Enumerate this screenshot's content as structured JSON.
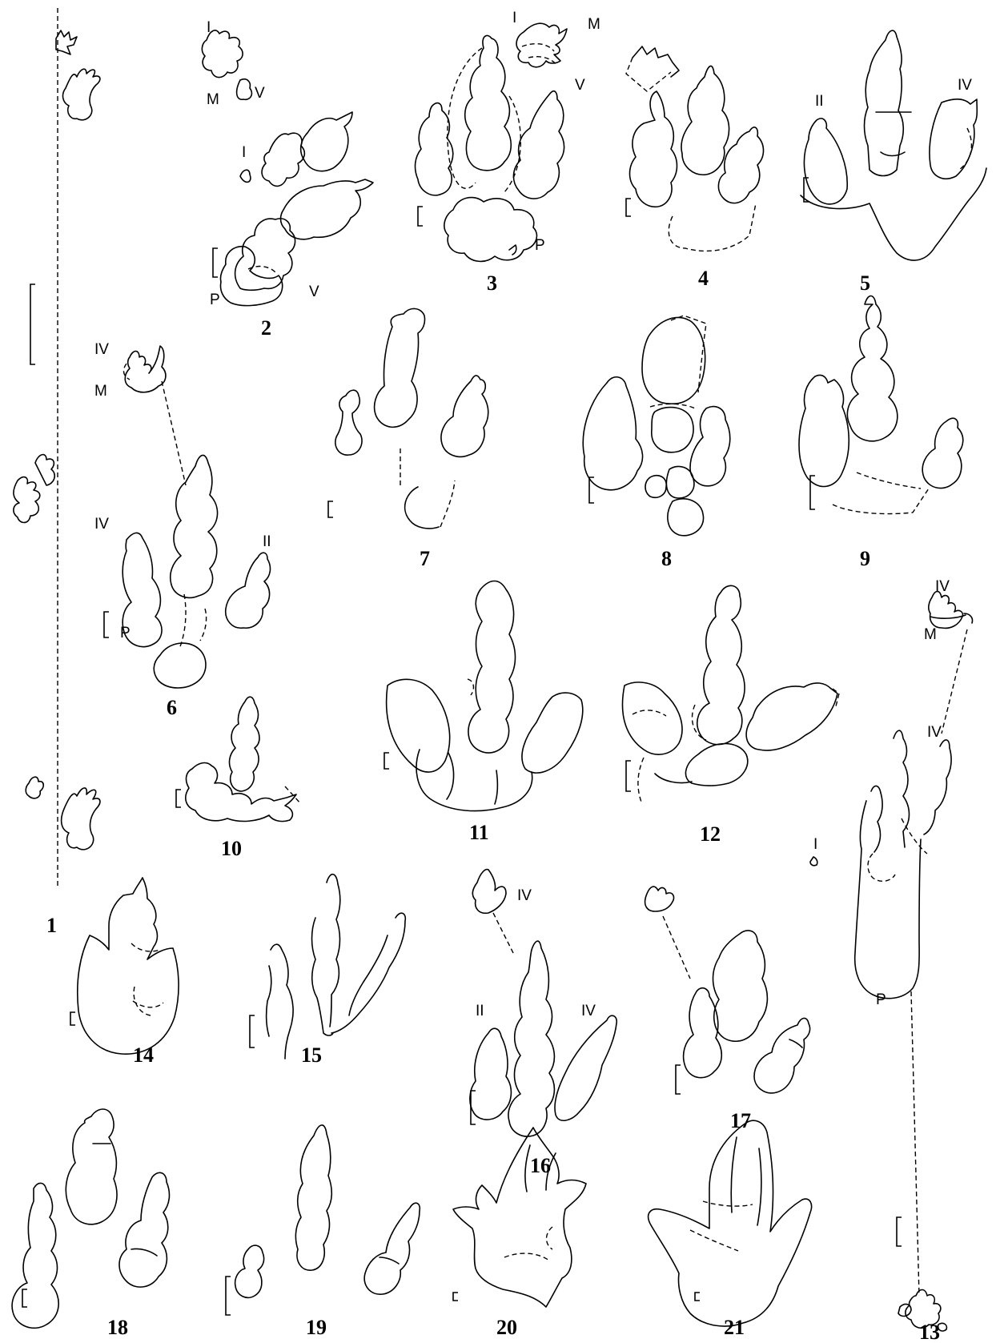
{
  "figure_numbers": [
    "1",
    "2",
    "3",
    "4",
    "5",
    "6",
    "7",
    "8",
    "9",
    "10",
    "11",
    "12",
    "13",
    "14",
    "15",
    "16",
    "17",
    "18",
    "19",
    "20",
    "21"
  ],
  "labels": {
    "f2": {
      "digit_I": "I",
      "manus": "M",
      "digit_V": "V",
      "digit_I_b": "I",
      "pes": "P",
      "digit_V_b": "V"
    },
    "f3": {
      "digit_I": "I",
      "manus": "M",
      "digit_V": "V",
      "pes": "P"
    },
    "f5": {
      "digit_II": "II",
      "digit_IV": "IV"
    },
    "f6": {
      "digit_IV_manus": "IV",
      "manus": "M",
      "digit_IV": "IV",
      "digit_II": "II",
      "pes": "P"
    },
    "f13": {
      "digit_IV_manus": "IV",
      "manus": "M",
      "digit_IV": "IV",
      "digit_I": "I",
      "pes": "P"
    },
    "f16": {
      "digit_IV_manus": "IV",
      "digit_II": "II",
      "digit_IV": "IV"
    }
  },
  "colors": {
    "ink": "#000000",
    "paper": "#ffffff"
  }
}
